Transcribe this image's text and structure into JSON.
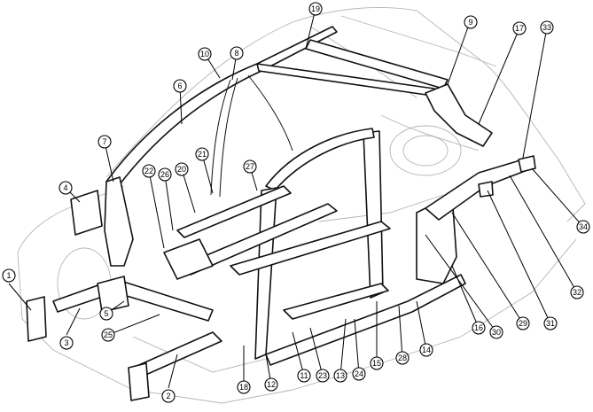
{
  "diagram": {
    "subject": "body-structure-exploded",
    "callouts": [
      {
        "label": "1"
      },
      {
        "label": "2"
      },
      {
        "label": "3"
      },
      {
        "label": "4"
      },
      {
        "label": "5"
      },
      {
        "label": "6"
      },
      {
        "label": "7"
      },
      {
        "label": "8"
      },
      {
        "label": "9"
      },
      {
        "label": "10"
      },
      {
        "label": "11"
      },
      {
        "label": "12"
      },
      {
        "label": "13"
      },
      {
        "label": "14"
      },
      {
        "label": "15"
      },
      {
        "label": "16"
      },
      {
        "label": "17"
      },
      {
        "label": "18"
      },
      {
        "label": "19"
      },
      {
        "label": "20"
      },
      {
        "label": "21"
      },
      {
        "label": "22"
      },
      {
        "label": "23"
      },
      {
        "label": "24"
      },
      {
        "label": "25"
      },
      {
        "label": "26"
      },
      {
        "label": "27"
      },
      {
        "label": "28"
      },
      {
        "label": "29"
      },
      {
        "label": "30"
      },
      {
        "label": "31"
      },
      {
        "label": "32"
      },
      {
        "label": "33"
      },
      {
        "label": "34"
      }
    ]
  }
}
